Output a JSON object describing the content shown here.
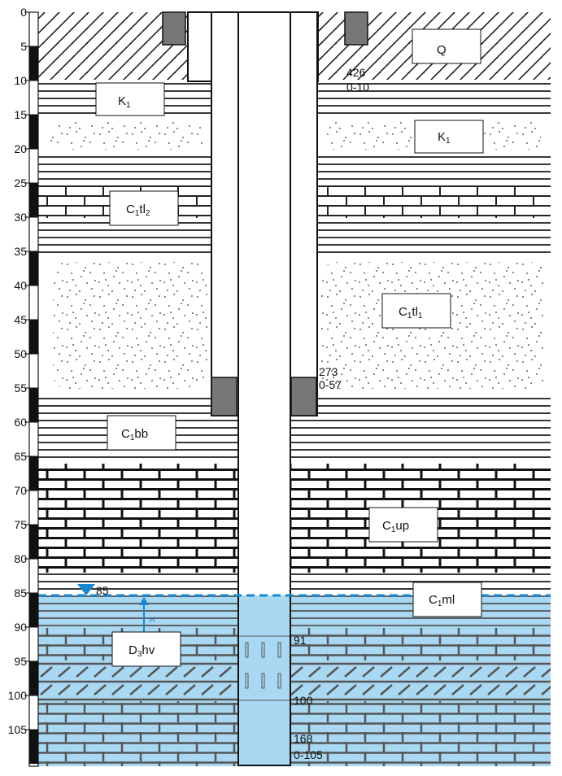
{
  "depth_axis": {
    "ticks": [
      "0",
      "5",
      "10",
      "15",
      "20",
      "25",
      "30",
      "35",
      "40",
      "45",
      "50",
      "55",
      "60",
      "65",
      "70",
      "75",
      "80",
      "85",
      "90",
      "95",
      "100",
      "105"
    ]
  },
  "layers": [
    {
      "main": "Q",
      "sub": ""
    },
    {
      "main": "K",
      "sub": "1"
    },
    {
      "main": "K",
      "sub": "1"
    },
    {
      "main": "C",
      "sub": "1",
      "rest": "tl",
      "sub2": "2"
    },
    {
      "main": "C",
      "sub": "1",
      "rest": "tl",
      "sub2": "1"
    },
    {
      "main": "C",
      "sub": "1",
      "rest": "bb",
      "sub2": ""
    },
    {
      "main": "C",
      "sub": "1",
      "rest": "up",
      "sub2": ""
    },
    {
      "main": "C",
      "sub": "1",
      "rest": "ml",
      "sub2": ""
    },
    {
      "main": "D",
      "sub": "3",
      "rest": "hv",
      "sub2": ""
    }
  ],
  "casing": [
    {
      "diameter": "426",
      "interval": "0-10"
    },
    {
      "diameter": "273",
      "interval": "0-57"
    },
    {
      "diameter": "168",
      "interval": "0-105"
    }
  ],
  "screen_marks": [
    "91",
    "100"
  ],
  "water_level": {
    "depth": "85",
    "head_label": "H"
  },
  "colors": {
    "water": "#a9d8f2",
    "water_line": "#1a86d0",
    "casing_shoe": "#777777"
  }
}
